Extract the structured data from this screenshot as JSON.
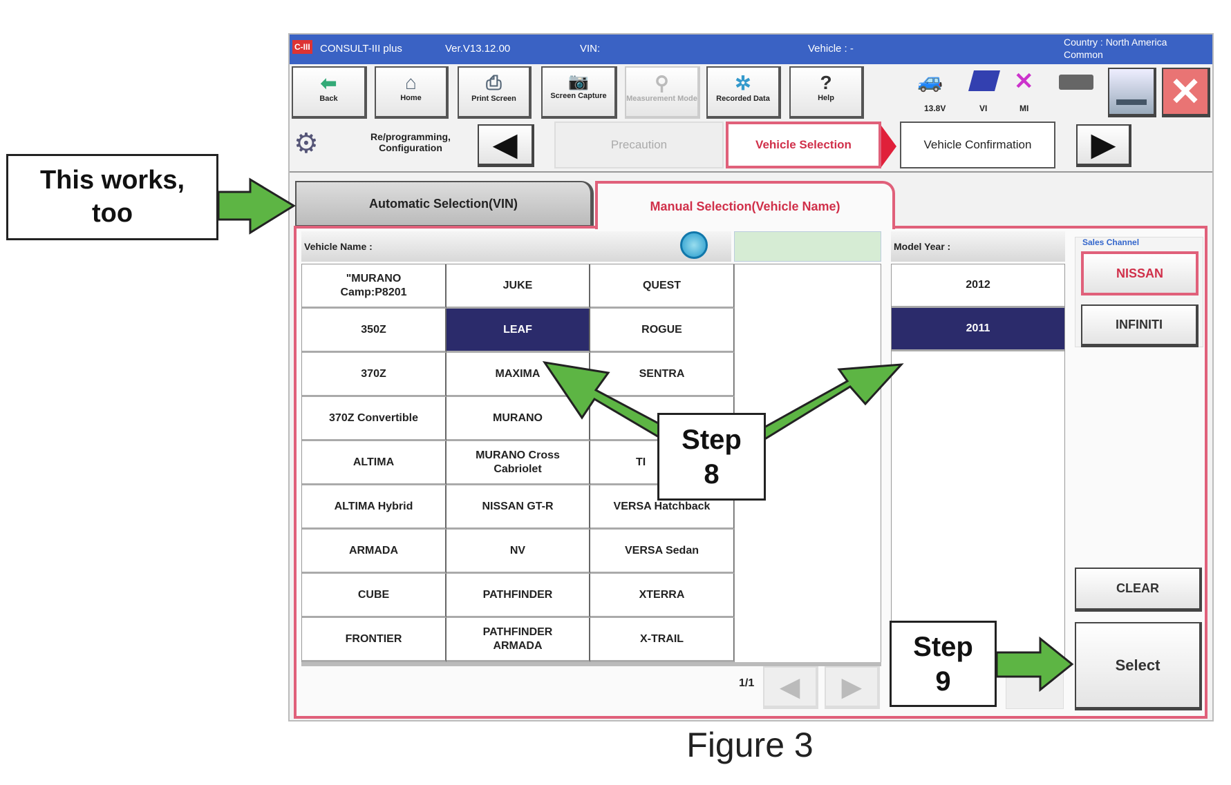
{
  "titlebar": {
    "logo": "C-III",
    "app": "CONSULT-III plus",
    "version": "Ver.V13.12.00",
    "vin_label": "VIN:",
    "vehicle_label": "Vehicle : -",
    "country": "Country : North America Common"
  },
  "toolbar": [
    {
      "label": "Back",
      "icon": "back-arrow-icon"
    },
    {
      "label": "Home",
      "icon": "home-icon"
    },
    {
      "label": "Print Screen",
      "icon": "printer-icon"
    },
    {
      "label": "Screen Capture",
      "icon": "camera-icon"
    },
    {
      "label": "Measurement Mode",
      "icon": "measurement-icon",
      "disabled": true
    },
    {
      "label": "Recorded Data",
      "icon": "recorded-data-icon"
    },
    {
      "label": "Help",
      "icon": "help-icon"
    }
  ],
  "status": {
    "voltage": "13.8V",
    "vi": "VI",
    "mi": "MI"
  },
  "nav": {
    "section": "Re/programming, Configuration",
    "steps": [
      "Precaution",
      "Vehicle Selection",
      "Vehicle Confirmation"
    ],
    "active_step": "Vehicle Selection"
  },
  "tabs": [
    "Automatic Selection(VIN)",
    "Manual Selection(Vehicle Name)"
  ],
  "vehicle_name": {
    "label": "Vehicle Name :",
    "rows": [
      [
        "\"MURANO\nCamp:P8201",
        "JUKE",
        "QUEST"
      ],
      [
        "350Z",
        "LEAF",
        "ROGUE"
      ],
      [
        "370Z",
        "MAXIMA",
        "SENTRA"
      ],
      [
        "370Z Convertible",
        "MURANO",
        ""
      ],
      [
        "ALTIMA",
        "MURANO Cross\nCabriolet",
        "TI"
      ],
      [
        "ALTIMA Hybrid",
        "NISSAN GT-R",
        "VERSA Hatchback"
      ],
      [
        "ARMADA",
        "NV",
        "VERSA Sedan"
      ],
      [
        "CUBE",
        "PATHFINDER",
        "XTERRA"
      ],
      [
        "FRONTIER",
        "PATHFINDER\nARMADA",
        "X-TRAIL"
      ]
    ],
    "selected": "LEAF",
    "page": "1/1"
  },
  "model_year": {
    "label": "Model Year :",
    "items": [
      "2012",
      "2011"
    ],
    "selected": "2011"
  },
  "sales_channel": {
    "label": "Sales Channel",
    "options": [
      "NISSAN",
      "INFINITI"
    ],
    "selected": "NISSAN"
  },
  "buttons": {
    "clear": "CLEAR",
    "select": "Select"
  },
  "annotations": {
    "works": "This works,\ntoo",
    "step8": "Step\n8",
    "step9": "Step\n9",
    "caption": "Figure 3"
  },
  "colors": {
    "accent": "#e0607a",
    "selected": "#2b2b6b",
    "arrow": "#5db544",
    "titlebar": "#3a62c4"
  }
}
